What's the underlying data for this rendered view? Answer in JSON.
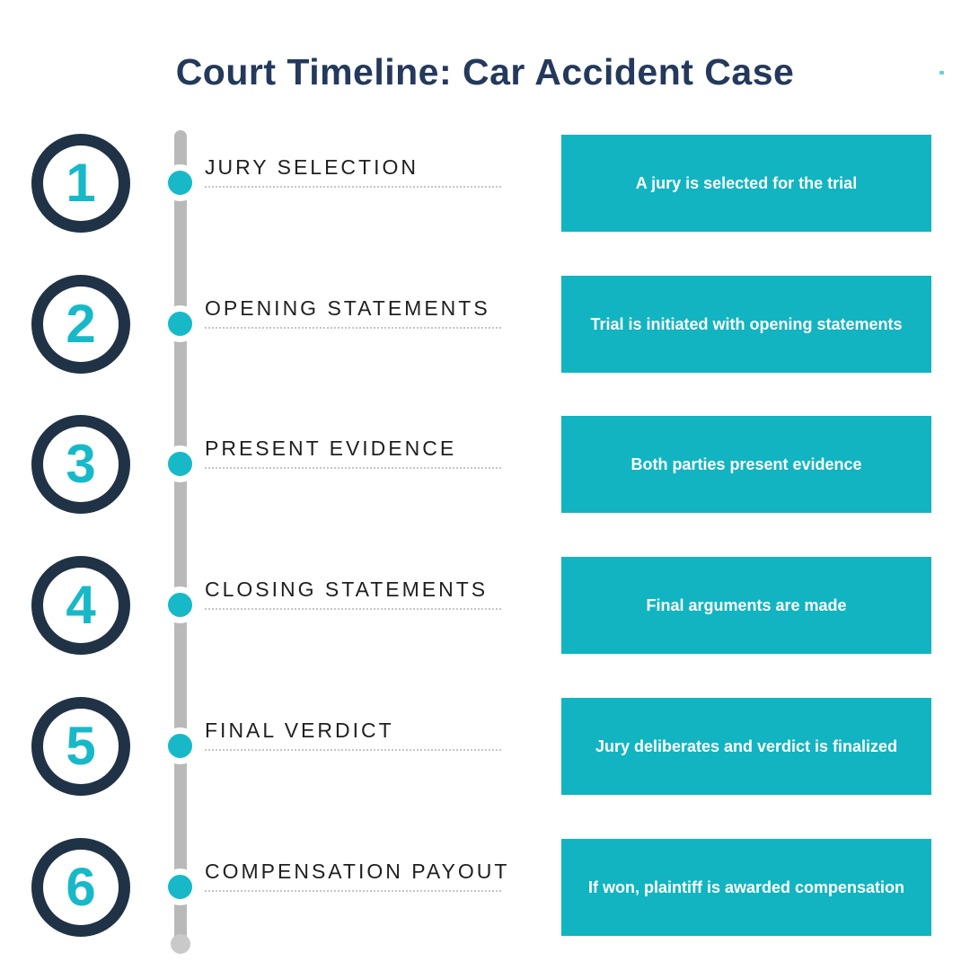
{
  "title": "Court Timeline: Car Accident Case",
  "colors": {
    "teal": "#12b4c1",
    "teal_bright": "#17b9c9",
    "navy": "#24395b",
    "ring_navy": "#203246",
    "gray_line": "#b9b9b9",
    "gray_cap": "#c9c9c9",
    "label_color": "#1f1f1f",
    "dotted": "#c6c6c6"
  },
  "steps": [
    {
      "number": "1",
      "label": "JURY SELECTION",
      "description": "A jury is selected for the trial"
    },
    {
      "number": "2",
      "label": "OPENING STATEMENTS",
      "description": "Trial is initiated with opening statements"
    },
    {
      "number": "3",
      "label": "PRESENT EVIDENCE",
      "description": "Both parties present evidence"
    },
    {
      "number": "4",
      "label": "CLOSING STATEMENTS",
      "description": "Final arguments are made"
    },
    {
      "number": "5",
      "label": "FINAL VERDICT",
      "description": "Jury deliberates and verdict is finalized"
    },
    {
      "number": "6",
      "label": "COMPENSATION PAYOUT",
      "description": "If won, plaintiff is awarded compensation"
    }
  ]
}
